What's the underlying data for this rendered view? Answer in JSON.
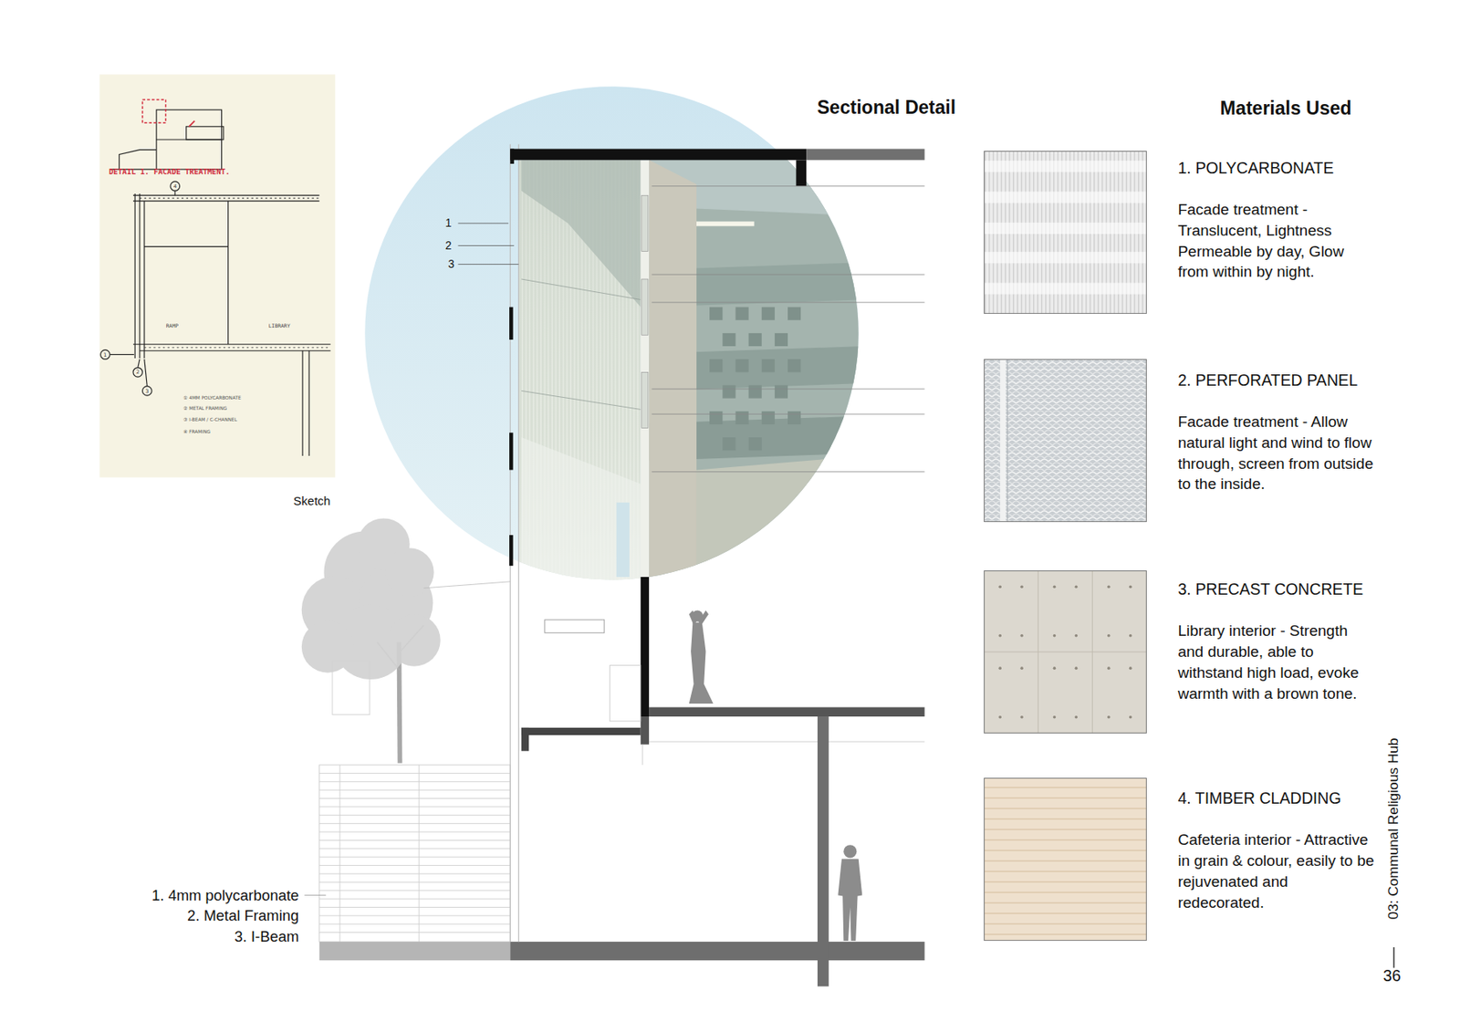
{
  "diagram": {
    "title": "Sectional Detail",
    "nodes": [
      {
        "text": [
          "1. POLYCARBONATE",
          "Facade treatment - Translucent, Lightness Permeable by day, Glow from within by night."
        ]
      },
      {
        "text": [
          "2. PERFORATED PANEL",
          "Facade treatment - Allow natural light and wind to flow through, screen from outside to the inside."
        ]
      },
      {
        "text": [
          "3. PRECAST CONCRETE",
          "Library interior - Strength and durable, able to withstand high load, evoke warmth with a brown tone."
        ]
      },
      {
        "text": [
          "4. TIMBER CLADDING",
          "Cafeteria interior - Attractive in grain & colour, easily to be rejuvenated and redecorated."
        ]
      }
    ],
    "labels": [
      "Materials Used",
      "DETAIL 1. FACADE TREATMENT.",
      "RAMP",
      "LIBRARY",
      "① 4MM POLYCARBONATE",
      "② METAL FRAMING",
      "③ I-BEAM / C-CHANNEL",
      "④ FRAMING",
      "Sketch",
      "1",
      "2",
      "3",
      "1. 4mm polycarbonate",
      "2. Metal Framing",
      "3. I-Beam",
      "03: Communal Religious Hub",
      "36",
      "1",
      "2",
      "3",
      "4"
    ]
  }
}
